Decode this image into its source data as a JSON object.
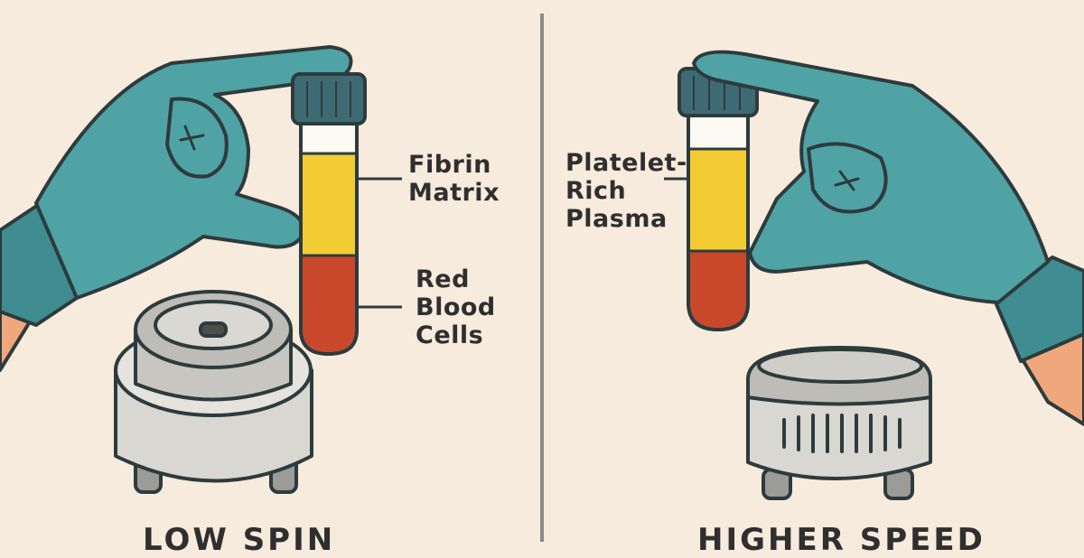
{
  "colors": {
    "background": "#f7ebdd",
    "glove": "#4fa3a5",
    "glove_outline": "#2e3b3d",
    "skin": "#f0a77c",
    "tube_cap": "#3e6a73",
    "fibrin_matrix": "#f3cc33",
    "red_blood_cells": "#c9482b",
    "centrifuge": "#d8d7d2",
    "divider": "#8a8a8a"
  },
  "left_panel": {
    "labels": {
      "fibrin_matrix": [
        "Fibrin",
        "Matrix"
      ],
      "red_blood_cells": [
        "Red",
        "Blood",
        "Cells"
      ]
    },
    "caption": "LOW SPIN"
  },
  "right_panel": {
    "labels": {
      "platelet_rich_plasma": [
        "Platelet-",
        "Rich",
        "Plasma"
      ]
    },
    "caption": "HIGHER SPEED"
  }
}
